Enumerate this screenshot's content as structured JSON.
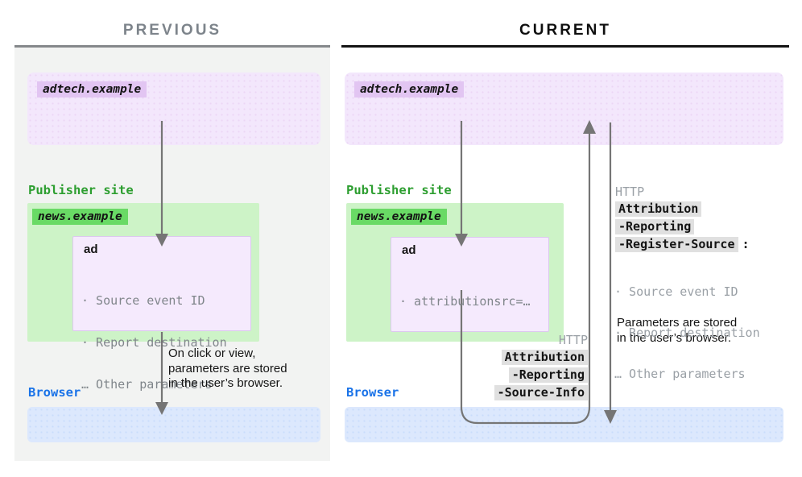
{
  "diagram": {
    "previous": {
      "title": "PREVIOUS",
      "adtech_label": "adtech.example",
      "publisher_label": "Publisher site",
      "news_label": "news.example",
      "ad_title": "ad",
      "ad_bullets": [
        "· Source event ID",
        "· Report destination",
        "… Other parameters"
      ],
      "flow_note": "On click or view,\nparameters are stored\nin the user’s browser.",
      "browser_label": "Browser"
    },
    "current": {
      "title": "CURRENT",
      "adtech_label": "adtech.example",
      "publisher_label": "Publisher site",
      "news_label": "news.example",
      "ad_title": "ad",
      "ad_bullets": [
        "· attributionsrc=…"
      ],
      "browser_label": "Browser",
      "request_header": {
        "protocol": "HTTP",
        "lines": [
          "Attribution",
          "-Reporting",
          "-Source-Info"
        ]
      },
      "response_header": {
        "protocol": "HTTP",
        "lines": [
          "Attribution",
          "-Reporting",
          "-Register-Source"
        ],
        "suffix": ":",
        "bullets": [
          "· Source event ID",
          "· Report destination",
          "… Other parameters"
        ]
      },
      "stored_note": "Parameters are stored\nin the user’s browser."
    },
    "colors": {
      "adtech_box": "#f3e7fc",
      "adtech_highlight": "#e2c5f2",
      "publisher_text": "#2d9e30",
      "green_box": "#cdf3c7",
      "news_highlight": "#69da65",
      "ad_box": "#f5eafd",
      "browser_text": "#1a73e8",
      "browser_box": "#dce8fd",
      "arrow": "#757575",
      "http_highlight": "#e0e0e0",
      "muted_text": "#80868b",
      "previous_panel": "#f2f3f2"
    }
  }
}
